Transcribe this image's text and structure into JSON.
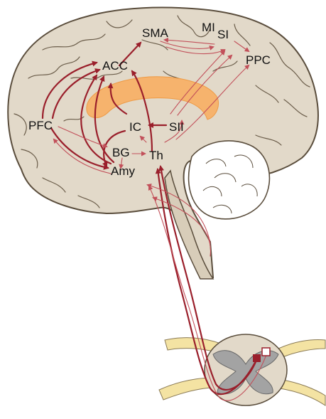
{
  "labels": {
    "sma": "SMA",
    "mi": "MI",
    "si": "SI",
    "ppc": "PPC",
    "acc": "ACC",
    "pfc": "PFC",
    "ic": "IC",
    "sii": "SII",
    "bg": "BG",
    "th": "Th",
    "amy": "Amy"
  },
  "colors": {
    "brain_fill": "#e2d9c9",
    "brain_outline": "#5a4d3c",
    "cingulate": "#f6b36d",
    "pathway_dark": "#9a1f2b",
    "pathway_light": "#c2505a",
    "nerve_yellow": "#f4e3a3",
    "grey_matter": "#9a9a9a",
    "cerebellum_fill": "#ffffff"
  }
}
